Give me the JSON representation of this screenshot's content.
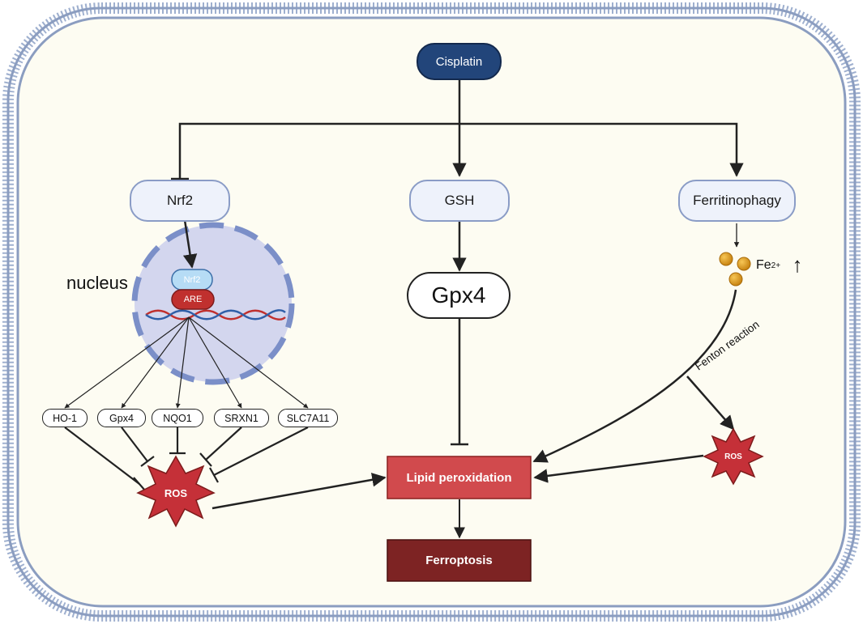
{
  "nodes": {
    "cisplatin": "Cisplatin",
    "nrf2": "Nrf2",
    "gsh": "GSH",
    "ferritinophagy": "Ferritinophagy",
    "gpx4_main": "Gpx4",
    "nucleus": "nucleus",
    "nrf2_small": "Nrf2",
    "are": "ARE",
    "genes": [
      "HO-1",
      "Gpx4",
      "NQO1",
      "SRXN1",
      "SLC7A11"
    ],
    "ros_left": "ROS",
    "ros_right": "ROS",
    "lipid_peroxidation": "Lipid peroxidation",
    "ferroptosis": "Ferroptosis",
    "fe_base": "Fe",
    "fe_charge": "2+",
    "up_arrow": "↑",
    "fenton": "Fenton reaction"
  },
  "colors": {
    "membrane": "#9fb0cf",
    "cytoplasm": "#fdfcf2",
    "nucleus_fill": "#d3d6ee",
    "nucleus_border": "#7b8fc8",
    "cisplatin": "#22457a",
    "lipid": "#d14a4d",
    "ferroptosis": "#7d2323",
    "ros": "#c53038",
    "iron": "#d99a1a",
    "are": "#c0302e",
    "nrf2_small": "#b6dcf5"
  }
}
